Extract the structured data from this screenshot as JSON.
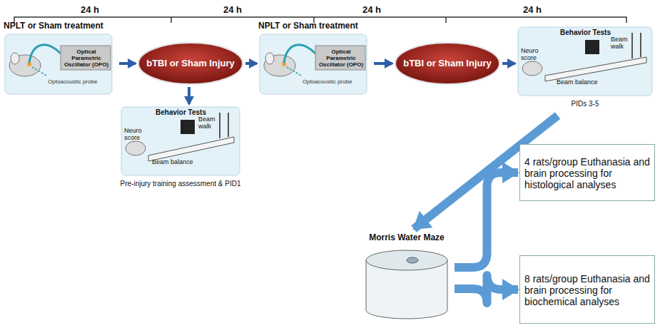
{
  "diagram": {
    "nodes": [
      {
        "text": [
          "NPLT or Sham treatment",
          "Optical Parametric Oscillator (OPO)",
          "Optoacoustic probe"
        ]
      },
      {
        "text": [
          "bTBI or Sham Injury"
        ]
      },
      {
        "text": [
          "Behavior Tests",
          "Neuro score",
          "Beam walk",
          "Beam balance",
          "Pre-injury training assessment & PID1"
        ]
      },
      {
        "text": [
          "NPLT or Sham treatment",
          "Optical Parametric Oscillator (OPO)",
          "Optoacoustic probe"
        ]
      },
      {
        "text": [
          "bTBI or Sham Injury"
        ]
      },
      {
        "text": [
          "Behavior Tests",
          "Neuro score",
          "Beam walk",
          "Beam balance",
          "PIDs 3-5"
        ]
      },
      {
        "text": [
          "Morris Water Maze"
        ]
      },
      {
        "text": [
          "4 rats/group Euthanasia and brain processing for histological analyses"
        ]
      },
      {
        "text": [
          "8 rats/group Euthanasia and brain processing for biochemical analyses"
        ]
      }
    ],
    "edges": [
      {
        "from": 0,
        "to": 1,
        "arrow": "to"
      },
      {
        "from": 1,
        "to": 3,
        "arrow": "to"
      },
      {
        "from": 1,
        "to": 2,
        "arrow": "to"
      },
      {
        "from": 3,
        "to": 4,
        "arrow": "to"
      },
      {
        "from": 4,
        "to": 5,
        "arrow": "to"
      },
      {
        "from": 5,
        "to": 6,
        "arrow": "to"
      },
      {
        "from": 6,
        "to": 7,
        "arrow": "to"
      },
      {
        "from": 6,
        "to": 8,
        "arrow": "to"
      }
    ],
    "labels": [
      "24 h",
      "24 h",
      "24 h",
      "24 h"
    ]
  }
}
